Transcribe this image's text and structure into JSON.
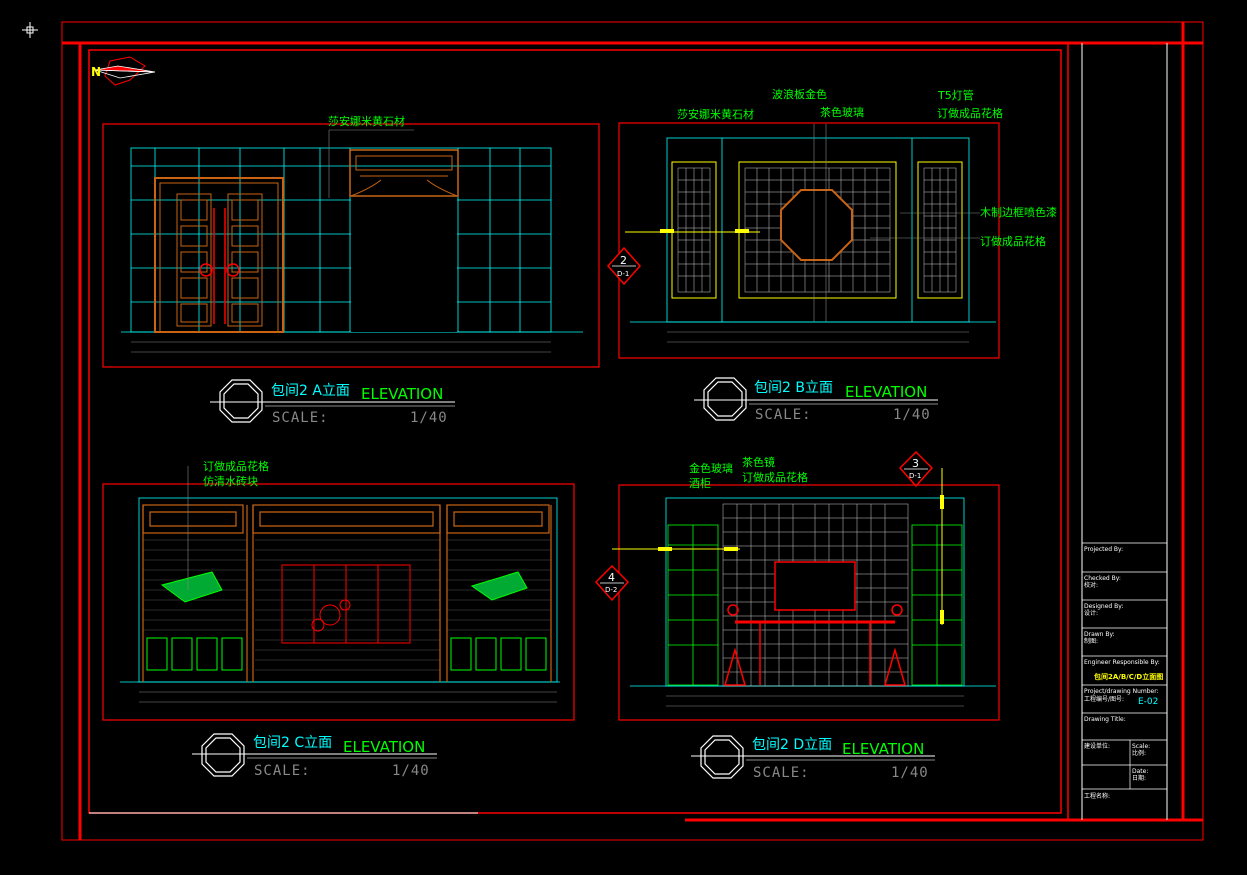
{
  "views": {
    "a": {
      "title": "包间2 A立面",
      "title_en": "ELEVATION",
      "scale_label": "SCALE:",
      "scale_value": "1/40",
      "notes": [
        "莎安娜米黄石材"
      ]
    },
    "b": {
      "title": "包间2 B立面",
      "title_en": "ELEVATION",
      "scale_label": "SCALE:",
      "scale_value": "1/40",
      "notes": [
        "莎安娜米黄石材",
        "波浪板金色",
        "茶色玻璃",
        "T5灯管",
        "订做成品花格",
        "木制边框喷色漆",
        "订做成品花格"
      ],
      "section": {
        "num": "2",
        "ref": "D-1"
      }
    },
    "c": {
      "title": "包间2 C立面",
      "title_en": "ELEVATION",
      "scale_label": "SCALE:",
      "scale_value": "1/40",
      "notes": [
        "订做成品花格",
        "仿清水砖块"
      ]
    },
    "d": {
      "title": "包间2 D立面",
      "title_en": "ELEVATION",
      "scale_label": "SCALE:",
      "scale_value": "1/40",
      "notes": [
        "金色玻璃",
        "酒柜",
        "茶色镜",
        "订做成品花格"
      ],
      "sections": [
        {
          "num": "3",
          "ref": "D-1"
        },
        {
          "num": "4",
          "ref": "D-2"
        }
      ]
    }
  },
  "north": "N",
  "title_block": {
    "projected_by": "Projected By:",
    "checked_by": "Checked By:",
    "checked_by_zh": "校对:",
    "designed_by": "Designed By:",
    "designed_by_zh": "设计:",
    "drawn_by": "Drawn By:",
    "drawn_by_zh": "制图:",
    "engineer": "Engineer Responsible By:",
    "drawing_name": "包间2A/B/C/D立面图",
    "project_number": "Project/drawing Number:",
    "project_number_zh": "工程编号/图号:",
    "drawing_code": "E-02",
    "drawing_title": "Drawing Title:",
    "client": "建设单位:",
    "scale": "Scale:",
    "scale_zh": "比例:",
    "date": "Date:",
    "date_zh": "日期:",
    "project": "工程名称:"
  },
  "colors": {
    "frame": "#ff0000",
    "wall": "#00ffff",
    "wood": "#c86414",
    "note": "#00ff00",
    "text": "#ffffff",
    "accent": "#ffff00"
  }
}
